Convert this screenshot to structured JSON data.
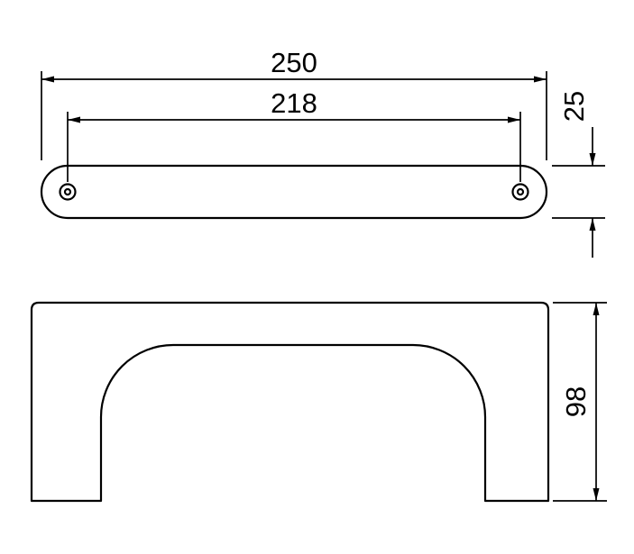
{
  "drawing": {
    "background_color": "#ffffff",
    "line_color": "#000000",
    "views": {
      "top_view": {
        "dim_overall_width": "250",
        "dim_hole_spacing": "218",
        "dim_depth": "25"
      },
      "front_view": {
        "dim_height": "98"
      }
    }
  }
}
